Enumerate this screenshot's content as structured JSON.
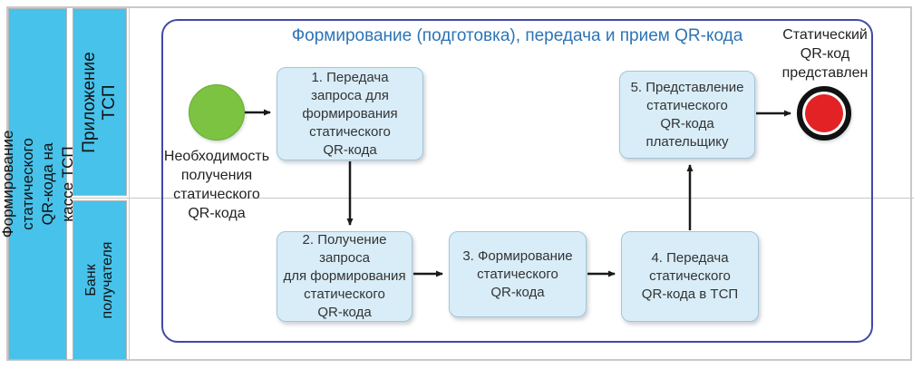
{
  "pool": {
    "label": "Формирование статического\nQR-кода на кассе ТСП",
    "lanes": [
      {
        "label": "Приложение ТСП"
      },
      {
        "label": "Банк получателя"
      }
    ]
  },
  "group": {
    "title": "Формирование (подготовка), передача и прием QR-кода"
  },
  "events": {
    "start": {
      "label": "Необходимость\nполучения\nстатического\nQR-кода",
      "color": "#7cc342"
    },
    "end": {
      "label": "Статический\nQR-код\nпредставлен",
      "color": "#e32226"
    }
  },
  "tasks": [
    {
      "label": "1. Передача\nзапроса для\nформирования\nстатического\nQR-кода"
    },
    {
      "label": "2. Получение запроса\nдля формирования\nстатического\nQR-кода"
    },
    {
      "label": "3. Формирование\nстатического\nQR-кода"
    },
    {
      "label": "4. Передача\nстатического\nQR-кода в ТСП"
    },
    {
      "label": "5. Представление\nстатического\nQR-кода\nплательщику"
    }
  ],
  "colors": {
    "band_cyan": "#47c2ea",
    "frame_indigo": "#4149a7",
    "title_blue": "#2e74b5",
    "task_fill": "#d8edf8",
    "task_border": "#a3c6da",
    "start_green": "#7cc342",
    "end_red": "#e32226",
    "grid_gray": "#c9c9c9",
    "arrow_black": "#1a1a1a"
  }
}
